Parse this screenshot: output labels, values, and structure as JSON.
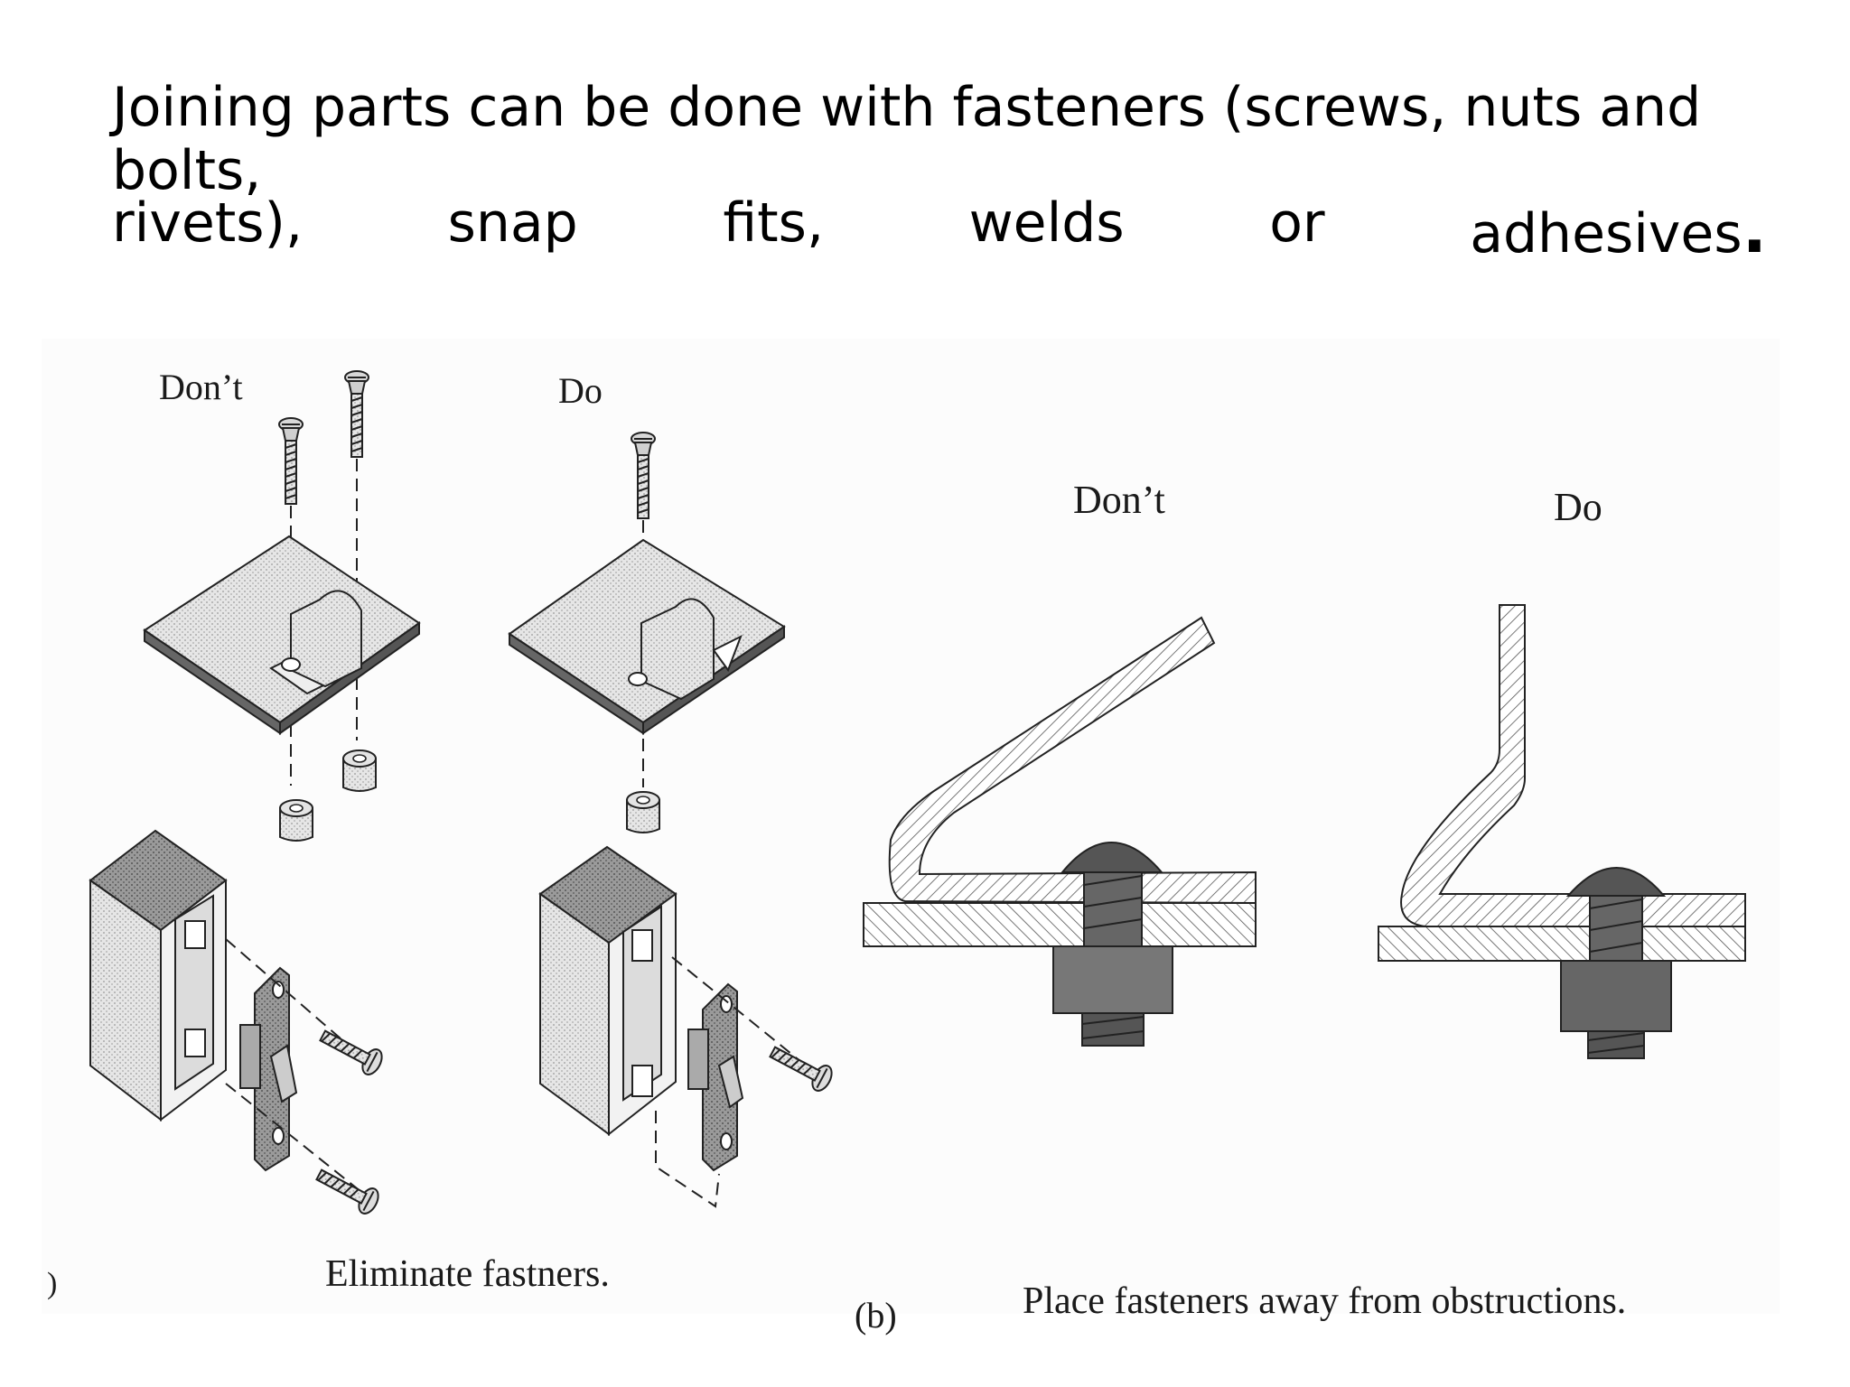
{
  "heading": {
    "line1": "Joining parts can be done with fasteners (screws, nuts and bolts,",
    "line2_words": [
      "rivets),",
      "snap",
      "fits,",
      "welds",
      "or",
      "adhesives"
    ],
    "line2_end": "."
  },
  "figure_a": {
    "dont_label": "Don’t",
    "do_label": "Do",
    "caption": "Eliminate fastners.",
    "fragment_mark": ")"
  },
  "figure_b": {
    "dont_label": "Don’t",
    "do_label": "Do",
    "caption": "Place fasteners away from obstructions.",
    "part_label": "(b)"
  }
}
